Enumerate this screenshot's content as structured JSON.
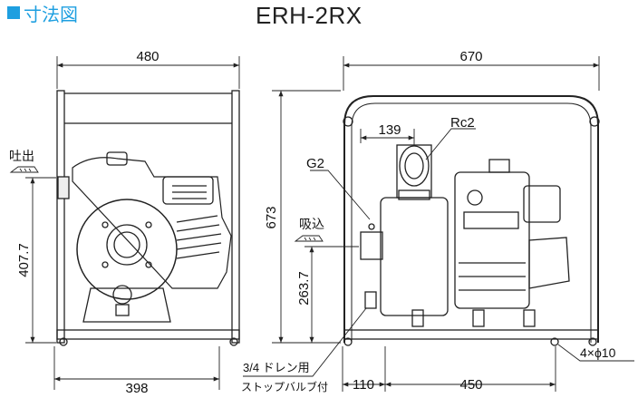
{
  "header": {
    "title": "寸法図"
  },
  "model": "ERH-2RX",
  "labels": {
    "discharge": "吐出",
    "suction": "吸込",
    "drain_line1": "3/4 ドレン用",
    "drain_line2": "ストップバルブ付",
    "bolt_holes": "4×ϕ10",
    "g2": "G2",
    "rc2": "Rc2"
  },
  "dimensions": {
    "front_width": "480",
    "front_height": "407.7",
    "front_base": "398",
    "side_width": "670",
    "side_height": "673",
    "side_offset": "139",
    "side_inlet_height": "263.7",
    "side_base_left": "110",
    "side_base": "450"
  },
  "colors": {
    "accent": "#1e9fe0",
    "line": "#222222"
  }
}
